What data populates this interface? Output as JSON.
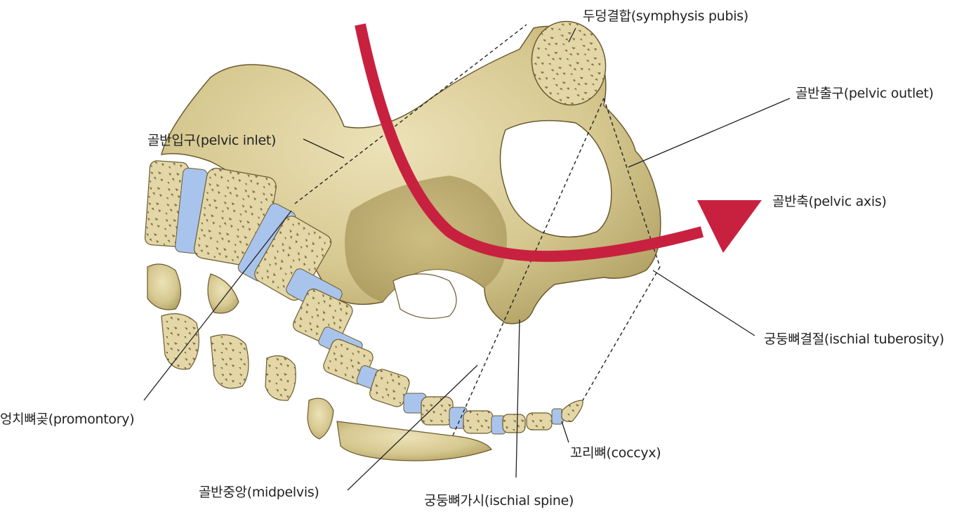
{
  "labels": {
    "symphysis_pubis": "두덩결합(symphysis pubis)",
    "pelvic_outlet": "골반출구(pelvic outlet)",
    "pelvic_inlet": "골반입구(pelvic inlet)",
    "pelvic_axis": "골반축(pelvic axis)",
    "ischial_tuberosity": "궁둥뼈결절(ischial tuberosity)",
    "promontory": "엉치뼈곶(promontory)",
    "coccyx": "꼬리뼈(coccyx)",
    "midpelvis": "골반중앙(midpelvis)",
    "ischial_spine": "궁둥뼈가시(ischial spine)"
  },
  "colors": {
    "bone": "#d9cc98",
    "bone_shadow": "#b3a46a",
    "bone_outline": "#6b5a2e",
    "disc": "#a9c4ec",
    "axis_arrow": "#c8213f"
  }
}
